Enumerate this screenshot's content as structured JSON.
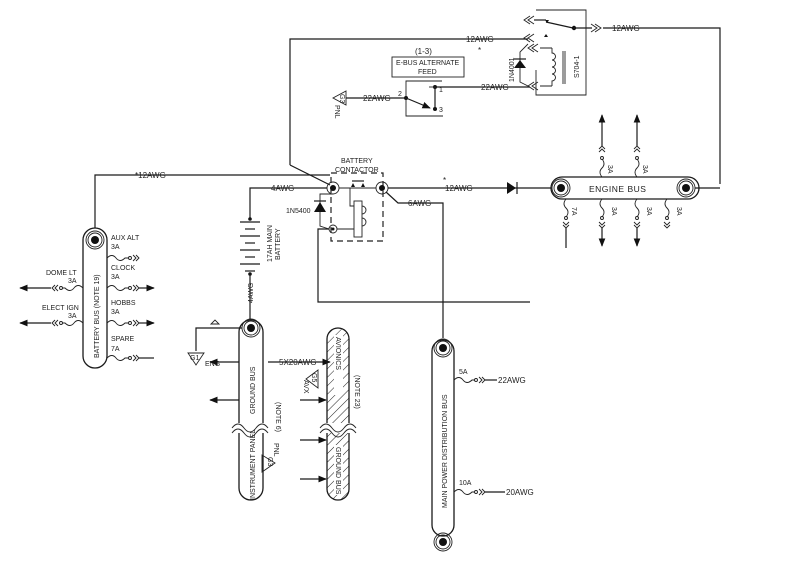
{
  "diagram": {
    "title": "Aircraft Electrical Power Distribution Schematic",
    "wire_labels": {
      "top_feed": "12AWG",
      "top_feed_mark": "*",
      "relay_out": "12AWG",
      "ebus_relay_wire": "22AWG",
      "ebus_switch_gnd": "22AWG",
      "battery_bus_feed": "*12AWG",
      "battery_pos": "4AWG",
      "battery_neg": "4AWG",
      "contactor_out": "12AWG",
      "contactor_out_mark": "*",
      "main_bus_feed": "6AWG",
      "ground_link": "5X20AWG",
      "main_bus_out1": "22AWG",
      "main_bus_out2": "20AWG"
    },
    "ebus_switch": {
      "ref": "(1-3)",
      "label_line1": "E-BUS ALTERNATE",
      "label_line2": "FEED",
      "terminals": [
        "1",
        "2",
        "3"
      ]
    },
    "relay": {
      "part": "S704-1",
      "diode": "1N4001"
    },
    "battery_contactor": {
      "label_line1": "BATTERY",
      "label_line2": "CONTACTOR",
      "diode": "1N5400"
    },
    "battery": {
      "label_line1": "17AH MAIN",
      "label_line2": "BATTERY"
    },
    "engine_bus": {
      "label": "ENGINE BUS",
      "top_fuses": [
        "3A",
        "3A"
      ],
      "bottom_fuses": [
        "7A",
        "3A",
        "3A",
        "3A"
      ]
    },
    "battery_bus": {
      "label": "BATTERY BUS (NOTE 19)",
      "right_circuits": [
        {
          "name": "AUX ALT",
          "rating": "3A"
        },
        {
          "name": "CLOCK",
          "rating": "3A"
        },
        {
          "name": "HOBBS",
          "rating": "3A"
        },
        {
          "name": "SPARE",
          "rating": "7A"
        }
      ],
      "left_circuits": [
        {
          "name": "DOME LT",
          "rating": "3A"
        },
        {
          "name": "ELECT IGN",
          "rating": "3A"
        }
      ]
    },
    "ground_bus": {
      "label_upper": "GROUND BUS",
      "note": "(NOTE 6)",
      "label_lower": "INSTRUMENT PANEL",
      "ground_eng": {
        "code": "G1",
        "tag": "ENG"
      },
      "ground_pnl": {
        "code": "G3",
        "tag": "PNL"
      }
    },
    "avionics_ground_bus": {
      "label_upper": "AVIONICS",
      "note": "(NOTE 23)",
      "label_lower": "GROUND BUS",
      "ground_avx": {
        "code": "G5",
        "tag": "AVX"
      }
    },
    "ebus_ground": {
      "code": "G3",
      "tag": "PNL"
    },
    "main_bus": {
      "label": "MAIN POWER DISTRIBUTION BUS",
      "circuits": [
        {
          "rating": "5A",
          "wire": "22AWG"
        },
        {
          "rating": "10A",
          "wire": "20AWG"
        }
      ]
    }
  }
}
